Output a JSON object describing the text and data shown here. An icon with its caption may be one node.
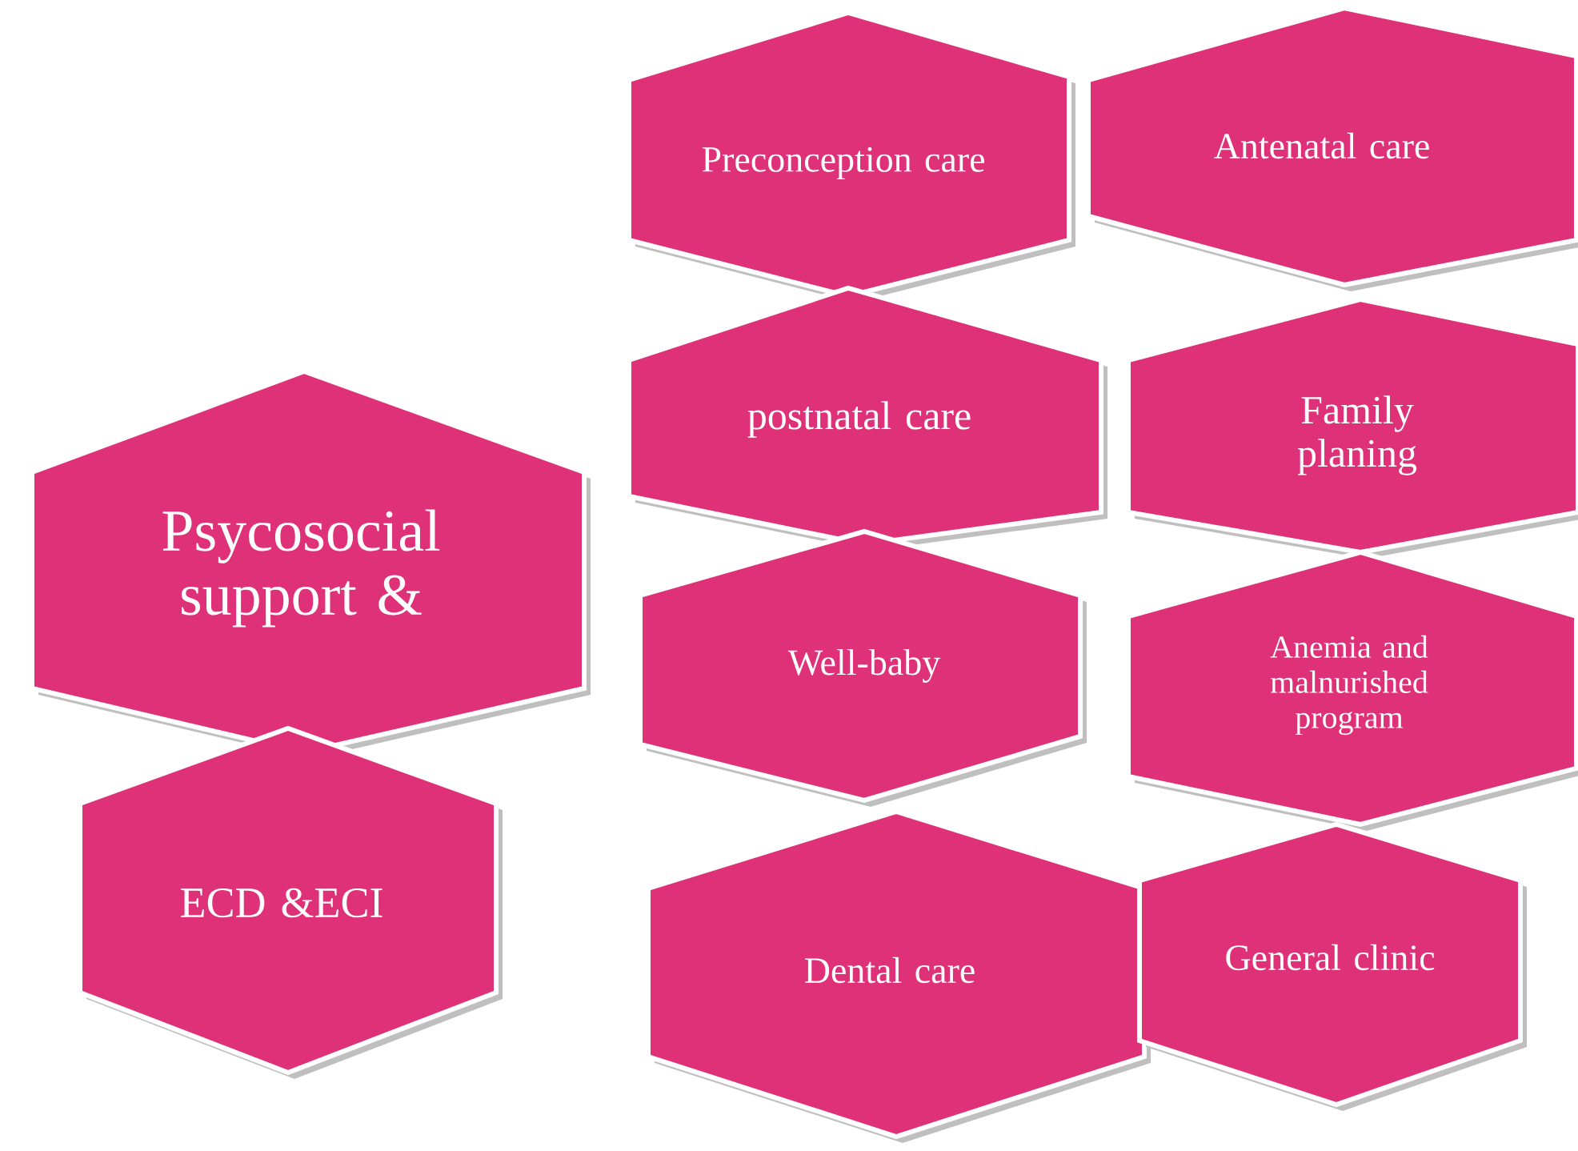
{
  "diagram": {
    "nodes": [
      {
        "text": [
          "Preconception care"
        ]
      },
      {
        "text": [
          "Antenatal care"
        ]
      },
      {
        "text": [
          "postnatal care"
        ]
      },
      {
        "text": [
          "Family planing"
        ]
      },
      {
        "text": [
          "Psycosocial support &"
        ]
      },
      {
        "text": [
          "Well-baby"
        ]
      },
      {
        "text": [
          "Anemia and malnurished program"
        ]
      },
      {
        "text": [
          "ECD &ECI"
        ]
      },
      {
        "text": [
          "Dental care"
        ]
      },
      {
        "text": [
          "General clinic"
        ]
      }
    ]
  }
}
